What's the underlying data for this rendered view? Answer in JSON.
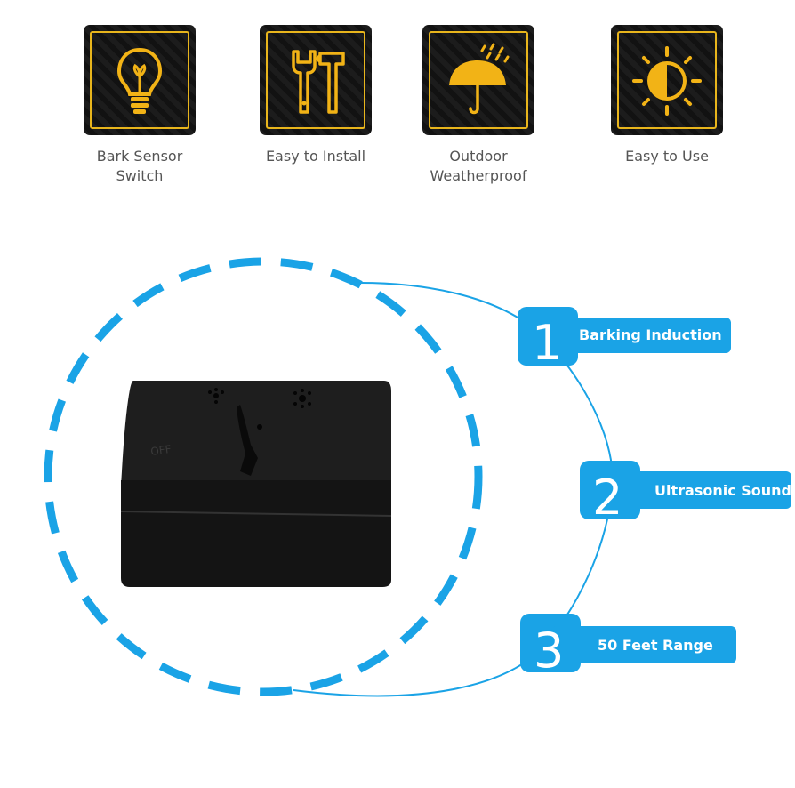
{
  "features": [
    {
      "icon": "lightbulb-icon",
      "label": "Bark Sensor\nSwitch"
    },
    {
      "icon": "tools-icon",
      "label": "Easy to Install"
    },
    {
      "icon": "umbrella-rain-icon",
      "label": "Outdoor\nWeatherproof"
    },
    {
      "icon": "sun-contrast-icon",
      "label": "Easy to Use"
    }
  ],
  "device": {
    "switch_label": "OFF"
  },
  "steps": [
    {
      "number": "1",
      "label": "Barking Induction"
    },
    {
      "number": "2",
      "label": "Ultrasonic Sound"
    },
    {
      "number": "3",
      "label": "50 Feet Range"
    }
  ],
  "colors": {
    "accent_blue": "#1aa3e6",
    "icon_gold": "#f2b316",
    "tile_black": "#141414"
  }
}
